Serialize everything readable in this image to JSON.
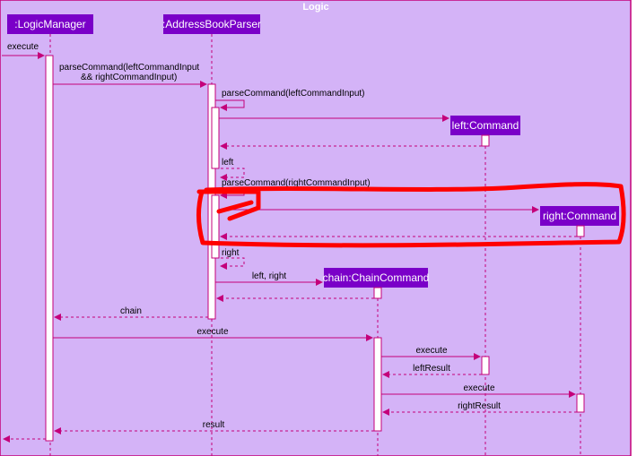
{
  "frame_title": "Logic",
  "participants": {
    "logic_manager": ":LogicManager",
    "parser": ":AddressBookParser",
    "left_command": "left:Command",
    "right_command": "right:Command",
    "chain_command": "chain:ChainCommand"
  },
  "messages": {
    "execute_in": "execute",
    "parse_combined_line1": "parseCommand(leftCommandInput",
    "parse_combined_line2": "&& rightCommandInput)",
    "parse_left": "parseCommand(leftCommandInput)",
    "left_return": "left",
    "parse_right": "parseCommand(rightCommandInput)",
    "right_return": "right",
    "create_chain": "left, right",
    "chain_return": "chain",
    "execute_chain": "execute",
    "execute_left": "execute",
    "left_result": "leftResult",
    "execute_right": "execute",
    "right_result": "rightResult",
    "result": "result"
  },
  "colors": {
    "frame_fill": "#d4b3f7",
    "frame_border": "#c4007a",
    "participant_fill": "#7a00c8",
    "arrow": "#c4007a",
    "activation_fill": "#ffffff",
    "annotation": "#ff0000"
  }
}
